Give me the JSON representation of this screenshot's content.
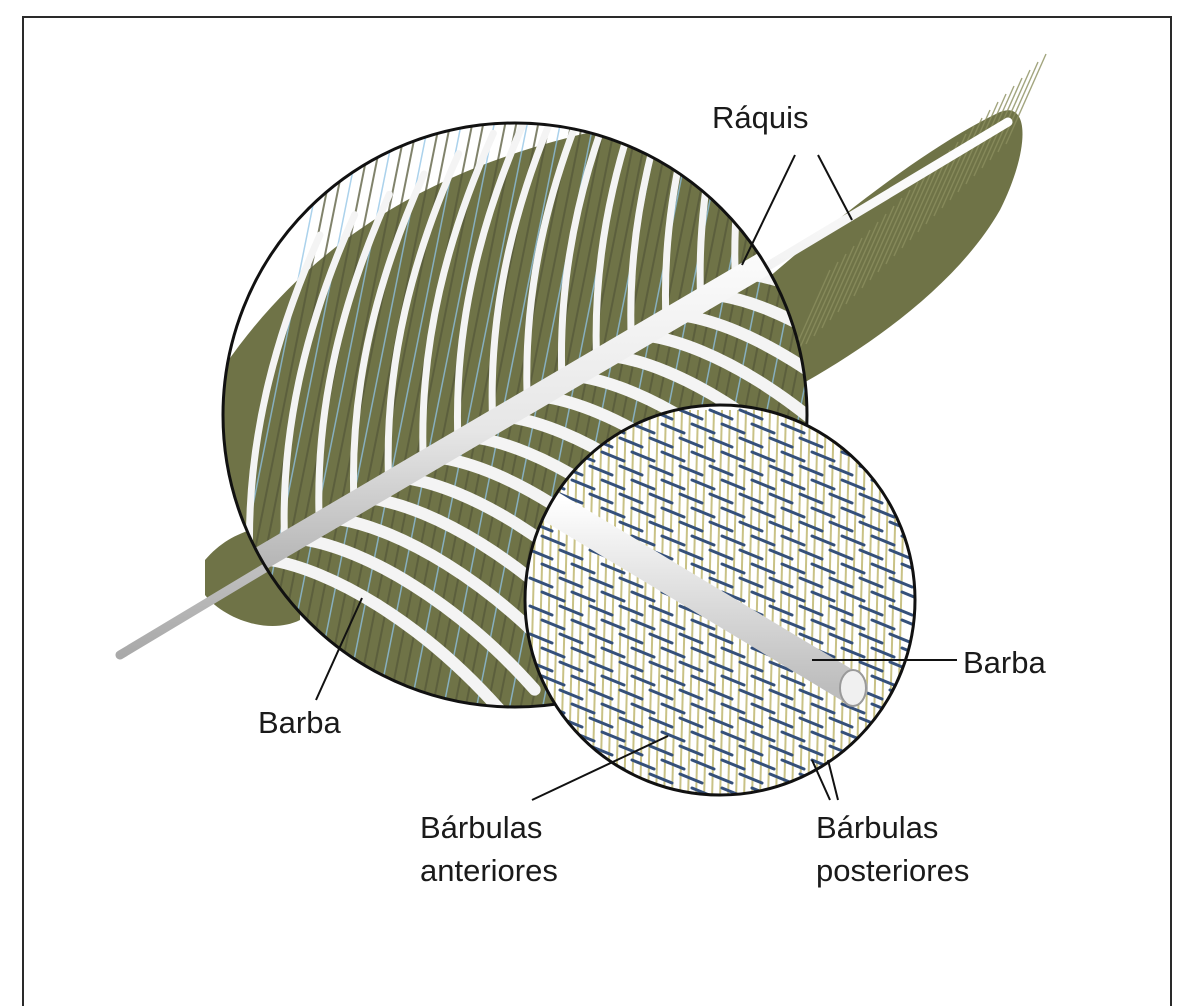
{
  "labels": {
    "raquis": "Ráquis",
    "barba_left": "Barba",
    "barba_right": "Barba",
    "barbulas_anteriores_line1": "Bárbulas",
    "barbulas_anteriores_line2": "anteriores",
    "barbulas_posteriores_line1": "Bárbulas",
    "barbulas_posteriores_line2": "posteriores"
  },
  "colors": {
    "vane_olive": "#6f7347",
    "barb_white": "#f4f4f4",
    "barbule_blue": "#35507a",
    "barbule_yellow": "#c9c286",
    "highlight_blue": "#8fc3e6",
    "outline": "#111111"
  }
}
